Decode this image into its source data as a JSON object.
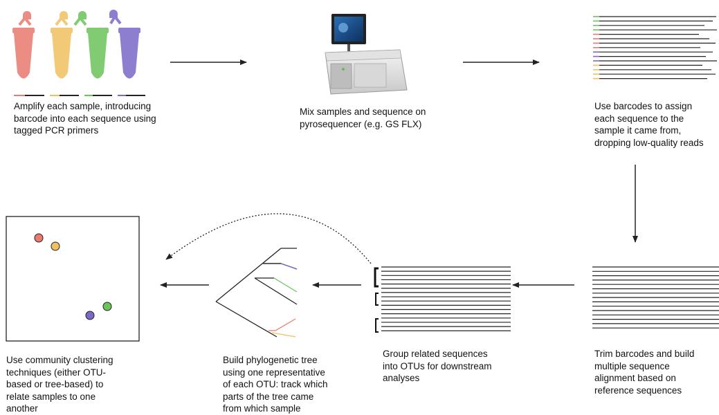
{
  "steps": [
    {
      "id": "amplify",
      "caption": "Amplify each sample, introducing\nbarcode into each sequence using\ntagged PCR primers"
    },
    {
      "id": "sequence",
      "caption": "Mix samples and sequence on\npyrosequencer (e.g. GS FLX)"
    },
    {
      "id": "assign",
      "caption": "Use barcodes to assign\neach sequence to the\nsample it came from,\ndropping low-quality reads"
    },
    {
      "id": "align",
      "caption": "Trim barcodes and build\nmultiple sequence\nalignment based on\nreference sequences"
    },
    {
      "id": "group",
      "caption": "Group related sequences\ninto OTUs for downstream\nanalyses"
    },
    {
      "id": "tree",
      "caption": "Build phylogenetic tree\nusing one representative\nof each OTU: track which\nparts of the tree came\nfrom which sample"
    },
    {
      "id": "cluster",
      "caption": "Use community clustering\ntechniques (either OTU-\nbased or tree-based) to\nrelate samples to one\nanother"
    }
  ],
  "colors": {
    "sample_red": "#e87a6e",
    "sample_yellow": "#f0c060",
    "sample_green": "#6cc35a",
    "sample_purple": "#7b68c8",
    "line": "#222222"
  },
  "icons": {
    "tubes": "pcr-tube-icon",
    "sequencer": "pyrosequencer-icon"
  }
}
